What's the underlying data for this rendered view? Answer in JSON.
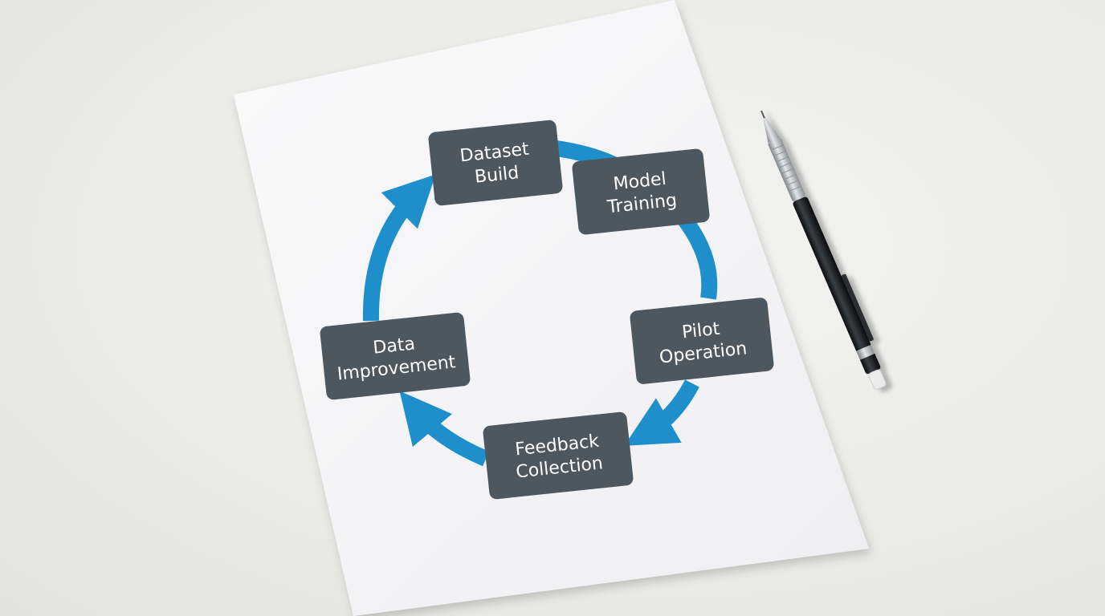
{
  "diagram": {
    "type": "cycle",
    "accent_color": "#1f8fcc",
    "node_color": "#4c5760",
    "paper_color": "#f6f6f8",
    "nodes": [
      {
        "id": "dataset-build",
        "lines": [
          "Dataset",
          "Build"
        ]
      },
      {
        "id": "model-training",
        "lines": [
          "Model",
          "Training"
        ]
      },
      {
        "id": "pilot-operation",
        "lines": [
          "Pilot",
          "Operation"
        ]
      },
      {
        "id": "feedback-collection",
        "lines": [
          "Feedback",
          "Collection"
        ]
      },
      {
        "id": "data-improvement",
        "lines": [
          "Data",
          "Improvement"
        ]
      }
    ]
  },
  "props": {
    "pencil": {
      "body_color": "#15181b",
      "metal_color": "#b8bcc0",
      "eraser_color": "#ececec"
    }
  }
}
